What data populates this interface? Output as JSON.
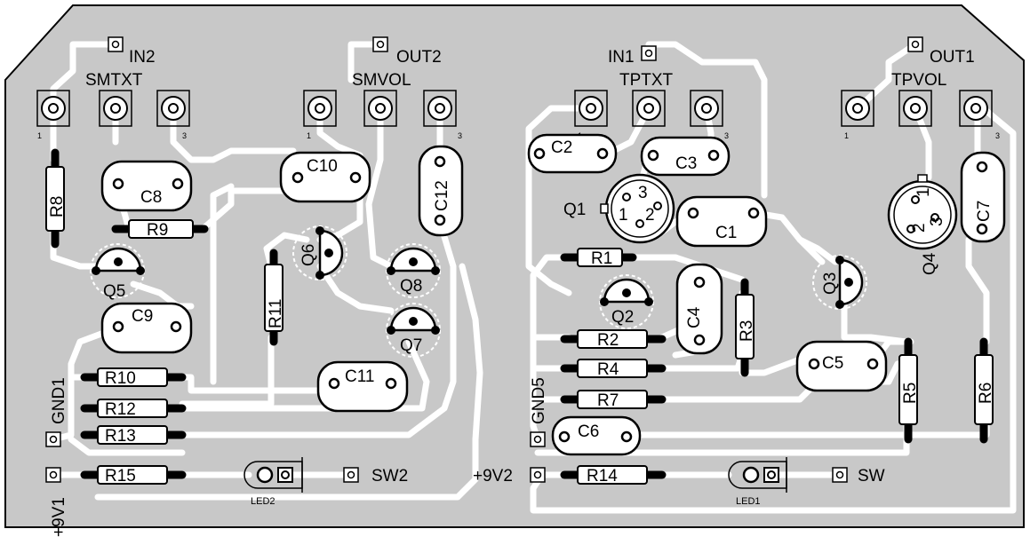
{
  "colors": {
    "board": "#c8c8c8",
    "trace": "#ffffff",
    "silk": "#000000",
    "pad": "#ffffff"
  },
  "connectors": {
    "in2": "IN2",
    "out2": "OUT2",
    "in1": "IN1",
    "out1": "OUT1",
    "gnd1": "GND1",
    "gnd5": "GND5",
    "v9_1": "+9V1",
    "v9_2": "+9V2",
    "sw2": "SW2",
    "sw": "SW"
  },
  "pots": {
    "smtxt": "SMTXT",
    "smvol": "SMVOL",
    "tptxt": "TPTXT",
    "tpvol": "TPVOL",
    "pin_first": "1",
    "pin_last": "3"
  },
  "resistors": {
    "r1": "R1",
    "r2": "R2",
    "r3": "R3",
    "r4": "R4",
    "r5": "R5",
    "r6": "R6",
    "r7": "R7",
    "r8": "R8",
    "r9": "R9",
    "r10": "R10",
    "r11": "R11",
    "r12": "R12",
    "r13": "R13",
    "r14": "R14",
    "r15": "R15"
  },
  "capacitors": {
    "c1": "C1",
    "c2": "C2",
    "c3": "C3",
    "c4": "C4",
    "c5": "C5",
    "c6": "C6",
    "c7": "C7",
    "c8": "C8",
    "c9": "C9",
    "c10": "C10",
    "c11": "C11",
    "c12": "C12"
  },
  "transistors": {
    "q1": "Q1",
    "q2": "Q2",
    "q3": "Q3",
    "q4": "Q4",
    "q5": "Q5",
    "q6": "Q6",
    "q7": "Q7",
    "q8": "Q8",
    "pin1": "1",
    "pin2": "2",
    "pin3": "3"
  },
  "leds": {
    "led1": "LED1",
    "led2": "LED2"
  }
}
